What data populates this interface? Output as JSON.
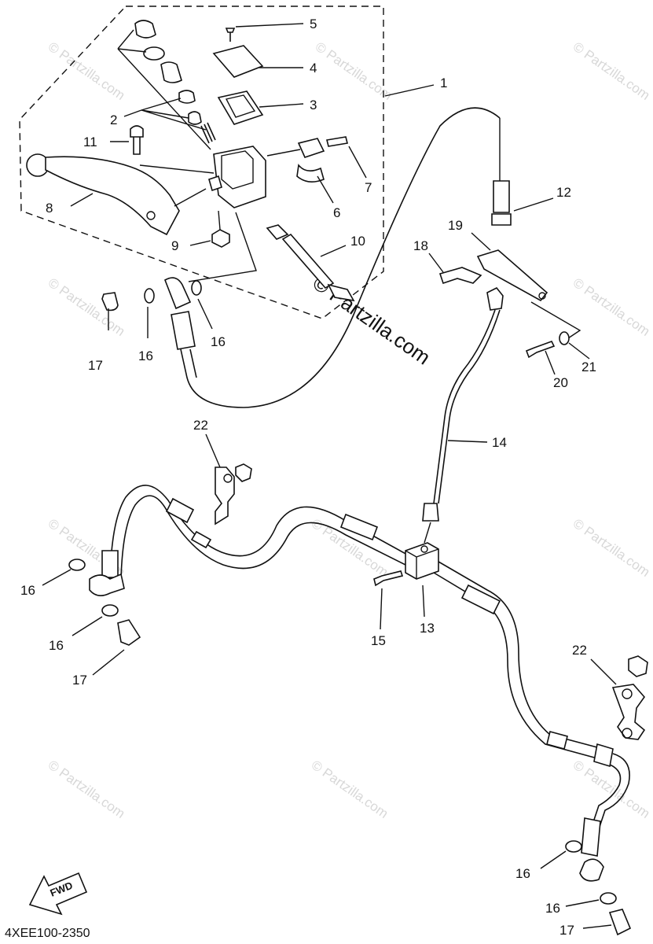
{
  "diagram": {
    "watermark": "© Partzilla.com",
    "callouts": [
      "1",
      "2",
      "3",
      "4",
      "5",
      "6",
      "7",
      "8",
      "9",
      "10",
      "11",
      "12",
      "13",
      "14",
      "15",
      "16",
      "17",
      "18",
      "19",
      "20",
      "21",
      "22"
    ],
    "fwd_label": "FWD",
    "drawing_code": "4XEE100-2350"
  }
}
